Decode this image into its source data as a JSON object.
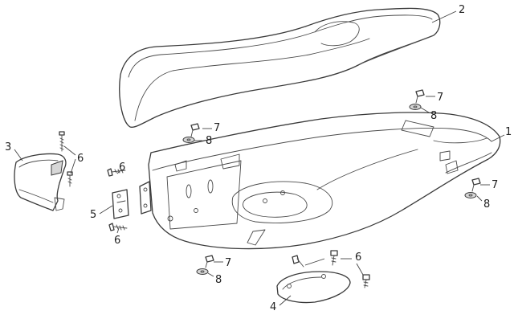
{
  "callouts": [
    {
      "key": "seat",
      "label": "2"
    },
    {
      "key": "seat_tray",
      "label": "1"
    },
    {
      "key": "rear_cover",
      "label": "3"
    },
    {
      "key": "bracket",
      "label": "5"
    },
    {
      "key": "battery_lid",
      "label": "4"
    },
    {
      "key": "bolt_a",
      "label": "6"
    },
    {
      "key": "bolt_b",
      "label": "6"
    },
    {
      "key": "bolt_c",
      "label": "6"
    },
    {
      "key": "bolt_d",
      "label": "6"
    },
    {
      "key": "screw_a",
      "label": "7"
    },
    {
      "key": "screw_b",
      "label": "7"
    },
    {
      "key": "screw_c",
      "label": "7"
    },
    {
      "key": "screw_d",
      "label": "7"
    },
    {
      "key": "washer_a",
      "label": "8"
    },
    {
      "key": "washer_b",
      "label": "8"
    },
    {
      "key": "washer_c",
      "label": "8"
    },
    {
      "key": "washer_d",
      "label": "8"
    }
  ]
}
